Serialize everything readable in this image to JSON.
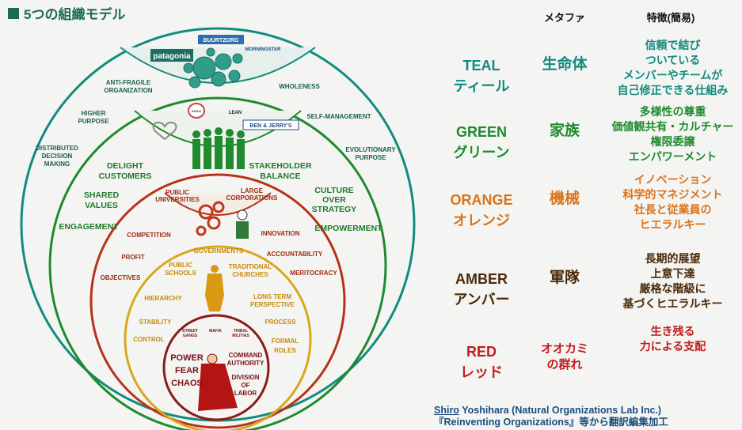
{
  "title": "5つの組織モデル",
  "columns": {
    "metaphor": "メタファ",
    "features": "特徴(簡易)"
  },
  "colors": {
    "teal": "#138a7e",
    "green": "#1f8a2e",
    "orange": "#d9731c",
    "amber": "#4a2a0a",
    "red": "#c41a1a",
    "title": "#1b6b52"
  },
  "stages": [
    {
      "key": "teal",
      "name_en": "TEAL",
      "name_ja": "ティール",
      "metaphor": "生命体",
      "features": [
        "信頼で結び",
        "ついている",
        "メンバーやチームが",
        "自己修正できる仕組み"
      ]
    },
    {
      "key": "green",
      "name_en": "GREEN",
      "name_ja": "グリーン",
      "metaphor": "家族",
      "features": [
        "多様性の尊重",
        "価値観共有・カルチャー",
        "権限委譲",
        "エンパワーメント"
      ]
    },
    {
      "key": "orange",
      "name_en": "ORANGE",
      "name_ja": "オレンジ",
      "metaphor": "機械",
      "features": [
        "イノベーション",
        "科学的マネジメント",
        "社長と従業員の",
        "ヒエラルキー"
      ]
    },
    {
      "key": "amber",
      "name_en": "AMBER",
      "name_ja": "アンバー",
      "metaphor": "軍隊",
      "features": [
        "長期的展望",
        "上意下達",
        "厳格な階級に",
        "基づくヒエラルキー"
      ]
    },
    {
      "key": "red",
      "name_en": "RED",
      "name_ja": "レッド",
      "metaphor": [
        "オオカミ",
        "の群れ"
      ],
      "features": [
        "生き残る",
        "力による支配"
      ]
    }
  ],
  "diagram": {
    "teal_labels": [
      "ANTI-FRAGILE",
      "ORGANIZATION",
      "WHOLENESS",
      "HIGHER",
      "PURPOSE",
      "SELF-MANAGEMENT",
      "DISTRIBUTED",
      "DECISION",
      "MAKING",
      "EVOLUTIONARY",
      "PURPOSE"
    ],
    "teal_logos": [
      "BUURTZORG",
      "patagonia",
      "MORNINGSTAR"
    ],
    "green_labels": [
      "DELIGHT",
      "CUSTOMERS",
      "STAKEHOLDER",
      "BALANCE",
      "SHARED",
      "VALUES",
      "CULTURE",
      "OVER",
      "STRATEGY",
      "ENGAGEMENT",
      "EMPOWERMENT"
    ],
    "green_logos": [
      "BEN & JERRY'S",
      "AGILE",
      "LEAN"
    ],
    "orange_labels": [
      "PUBLIC",
      "UNIVERSITIES",
      "LARGE",
      "CORPORATIONS",
      "COMPETITION",
      "INNOVATION",
      "PROFIT",
      "ACCOUNTABILITY",
      "OBJECTIVES",
      "MERITOCRACY"
    ],
    "amber_labels": [
      "GOVERNMENTS",
      "PUBLIC",
      "SCHOOLS",
      "TRADITIONAL",
      "CHURCHES",
      "HIERARCHY",
      "LONG TERM",
      "PERSPECTIVE",
      "STABILITY",
      "PROCESS",
      "CONTROL",
      "FORMAL",
      "ROLES"
    ],
    "red_labels": [
      "STREET",
      "GANGS",
      "MAFIA",
      "TRIBAL",
      "MILITIAS",
      "POWER",
      "FEAR",
      "CHAOS",
      "COMMAND",
      "AUTHORITY",
      "DIVISION",
      "OF",
      "LABOR"
    ]
  },
  "credit": {
    "author_first": "Shiro",
    "author_rest": " Yoshihara (Natural Organizations Lab Inc.)",
    "source": "『Reinventing Organizations』等から翻訳編集加工"
  }
}
